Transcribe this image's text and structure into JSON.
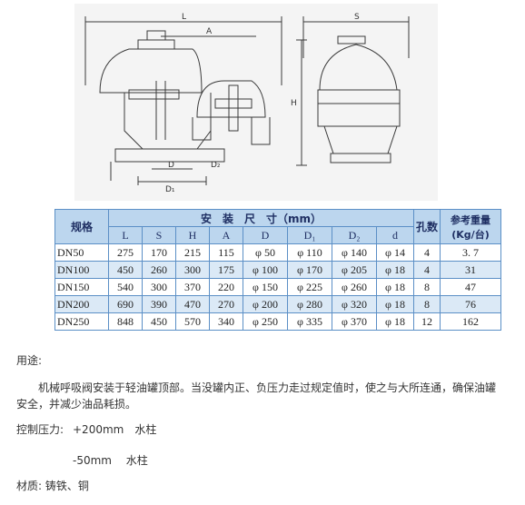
{
  "drawing": {
    "dim_L": "L",
    "dim_A": "A",
    "dim_S": "S",
    "dim_H": "H",
    "dim_D": "D",
    "dim_D1": "D₁",
    "dim_D2": "D₂"
  },
  "table": {
    "col_model": "规格",
    "col_install": "安　装　尺　寸（mm）",
    "col_weight": "参考重量\n(Kg/台)",
    "col_holes": "孔数",
    "sub_headers": [
      "L",
      "S",
      "H",
      "A",
      "D",
      "D₁",
      "D₂",
      "d"
    ],
    "rows": [
      {
        "model": "DN50",
        "L": "275",
        "S": "170",
        "H": "215",
        "A": "115",
        "D": "φ 50",
        "D1": "φ 110",
        "D2": "φ 140",
        "d": "φ 14",
        "holes": "4",
        "weight": "3. 7"
      },
      {
        "model": "DN100",
        "L": "450",
        "S": "260",
        "H": "300",
        "A": "175",
        "D": "φ 100",
        "D1": "φ 170",
        "D2": "φ 205",
        "d": "φ 18",
        "holes": "4",
        "weight": "31"
      },
      {
        "model": "DN150",
        "L": "540",
        "S": "300",
        "H": "370",
        "A": "220",
        "D": "φ 150",
        "D1": "φ 225",
        "D2": "φ 260",
        "d": "φ 18",
        "holes": "8",
        "weight": "47"
      },
      {
        "model": "DN200",
        "L": "690",
        "S": "390",
        "H": "470",
        "A": "270",
        "D": "φ 200",
        "D1": "φ 280",
        "D2": "φ 320",
        "d": "φ 18",
        "holes": "8",
        "weight": "76"
      },
      {
        "model": "DN250",
        "L": "848",
        "S": "450",
        "H": "570",
        "A": "340",
        "D": "φ 250",
        "D1": "φ 335",
        "D2": "φ 370",
        "d": "φ 18",
        "holes": "12",
        "weight": "162"
      }
    ]
  },
  "text": {
    "usage_label": "用途:",
    "usage_line1": "机械呼吸阀安装于轻油罐顶部。当没罐内正、负压力走过规定值时，使之与大所连通，确保油罐",
    "usage_line2": "安全，并减少油品耗损。",
    "pressure_label": "控制压力:",
    "pressure_pos": "+200mm　水柱",
    "pressure_neg": "-50mm　 水柱",
    "material": "材质: 铸铁、铜"
  }
}
